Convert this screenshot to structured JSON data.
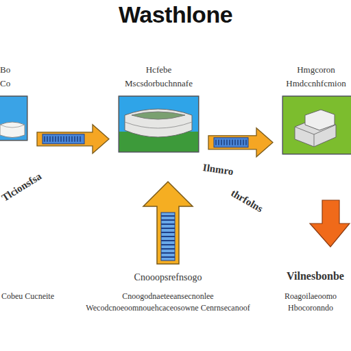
{
  "diagram": {
    "title": "Wasthlone",
    "nodes": [
      {
        "text": [
          "Bo Co"
        ]
      },
      {
        "text": [
          "Hcfebe",
          "Mscsdorbuchnnafe"
        ]
      },
      {
        "text": [
          "Hmgcoron",
          "Hmdccnhfcmion"
        ]
      }
    ],
    "edges": [
      {
        "from": 0,
        "to": 1,
        "arrow": "to"
      },
      {
        "from": 1,
        "to": 2,
        "arrow": "to"
      }
    ],
    "labels": [
      "Tlcionsfsa",
      "Ilnmro",
      "thrfolns",
      "Cnooopsrefnsogo",
      "Cnoogodnaeteeansecnonlee Wecodcnoeoomnouehcaceosowne Cenrnsecanoof",
      "Vilnesbonbe",
      "Roagoilaeoomo Hbocoronndo",
      "Cobeu Cucneite"
    ]
  }
}
